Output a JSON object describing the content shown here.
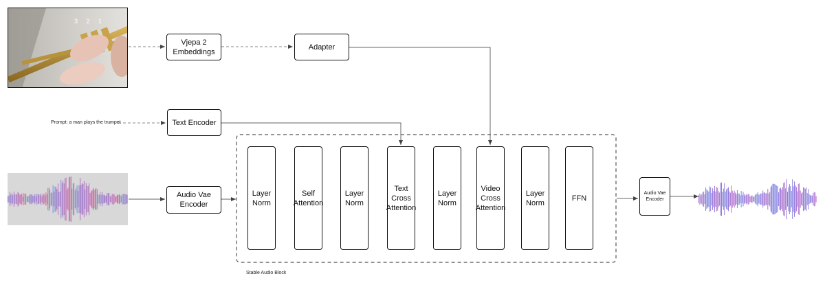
{
  "video_input": {
    "overlay_text": "3 2 1",
    "icon": "video-frame-trumpet"
  },
  "prompt": {
    "label": "Prompt: a man plays the trumpet"
  },
  "audio_input": {
    "icon": "audio-waveform"
  },
  "audio_output": {
    "icon": "audio-waveform"
  },
  "nodes": {
    "vjepa": "Vjepa 2\nEmbeddings",
    "adapter": "Adapter",
    "text_encoder": "Text Encoder",
    "audio_vae_encoder": "Audio Vae\nEncoder",
    "audio_vae_encoder_out": "Audio Vae\nEncoder"
  },
  "block": {
    "caption": "Stable Audio Block",
    "layers": [
      "Layer\nNorm",
      "Self\nAttention",
      "Layer\nNorm",
      "Text\nCross\nAttention",
      "Layer\nNorm",
      "Video\nCross\nAttention",
      "Layer\nNorm",
      "FFN"
    ]
  },
  "colors": {
    "stroke": "#111111",
    "arrow": "#555555",
    "dashed": "#888888"
  }
}
